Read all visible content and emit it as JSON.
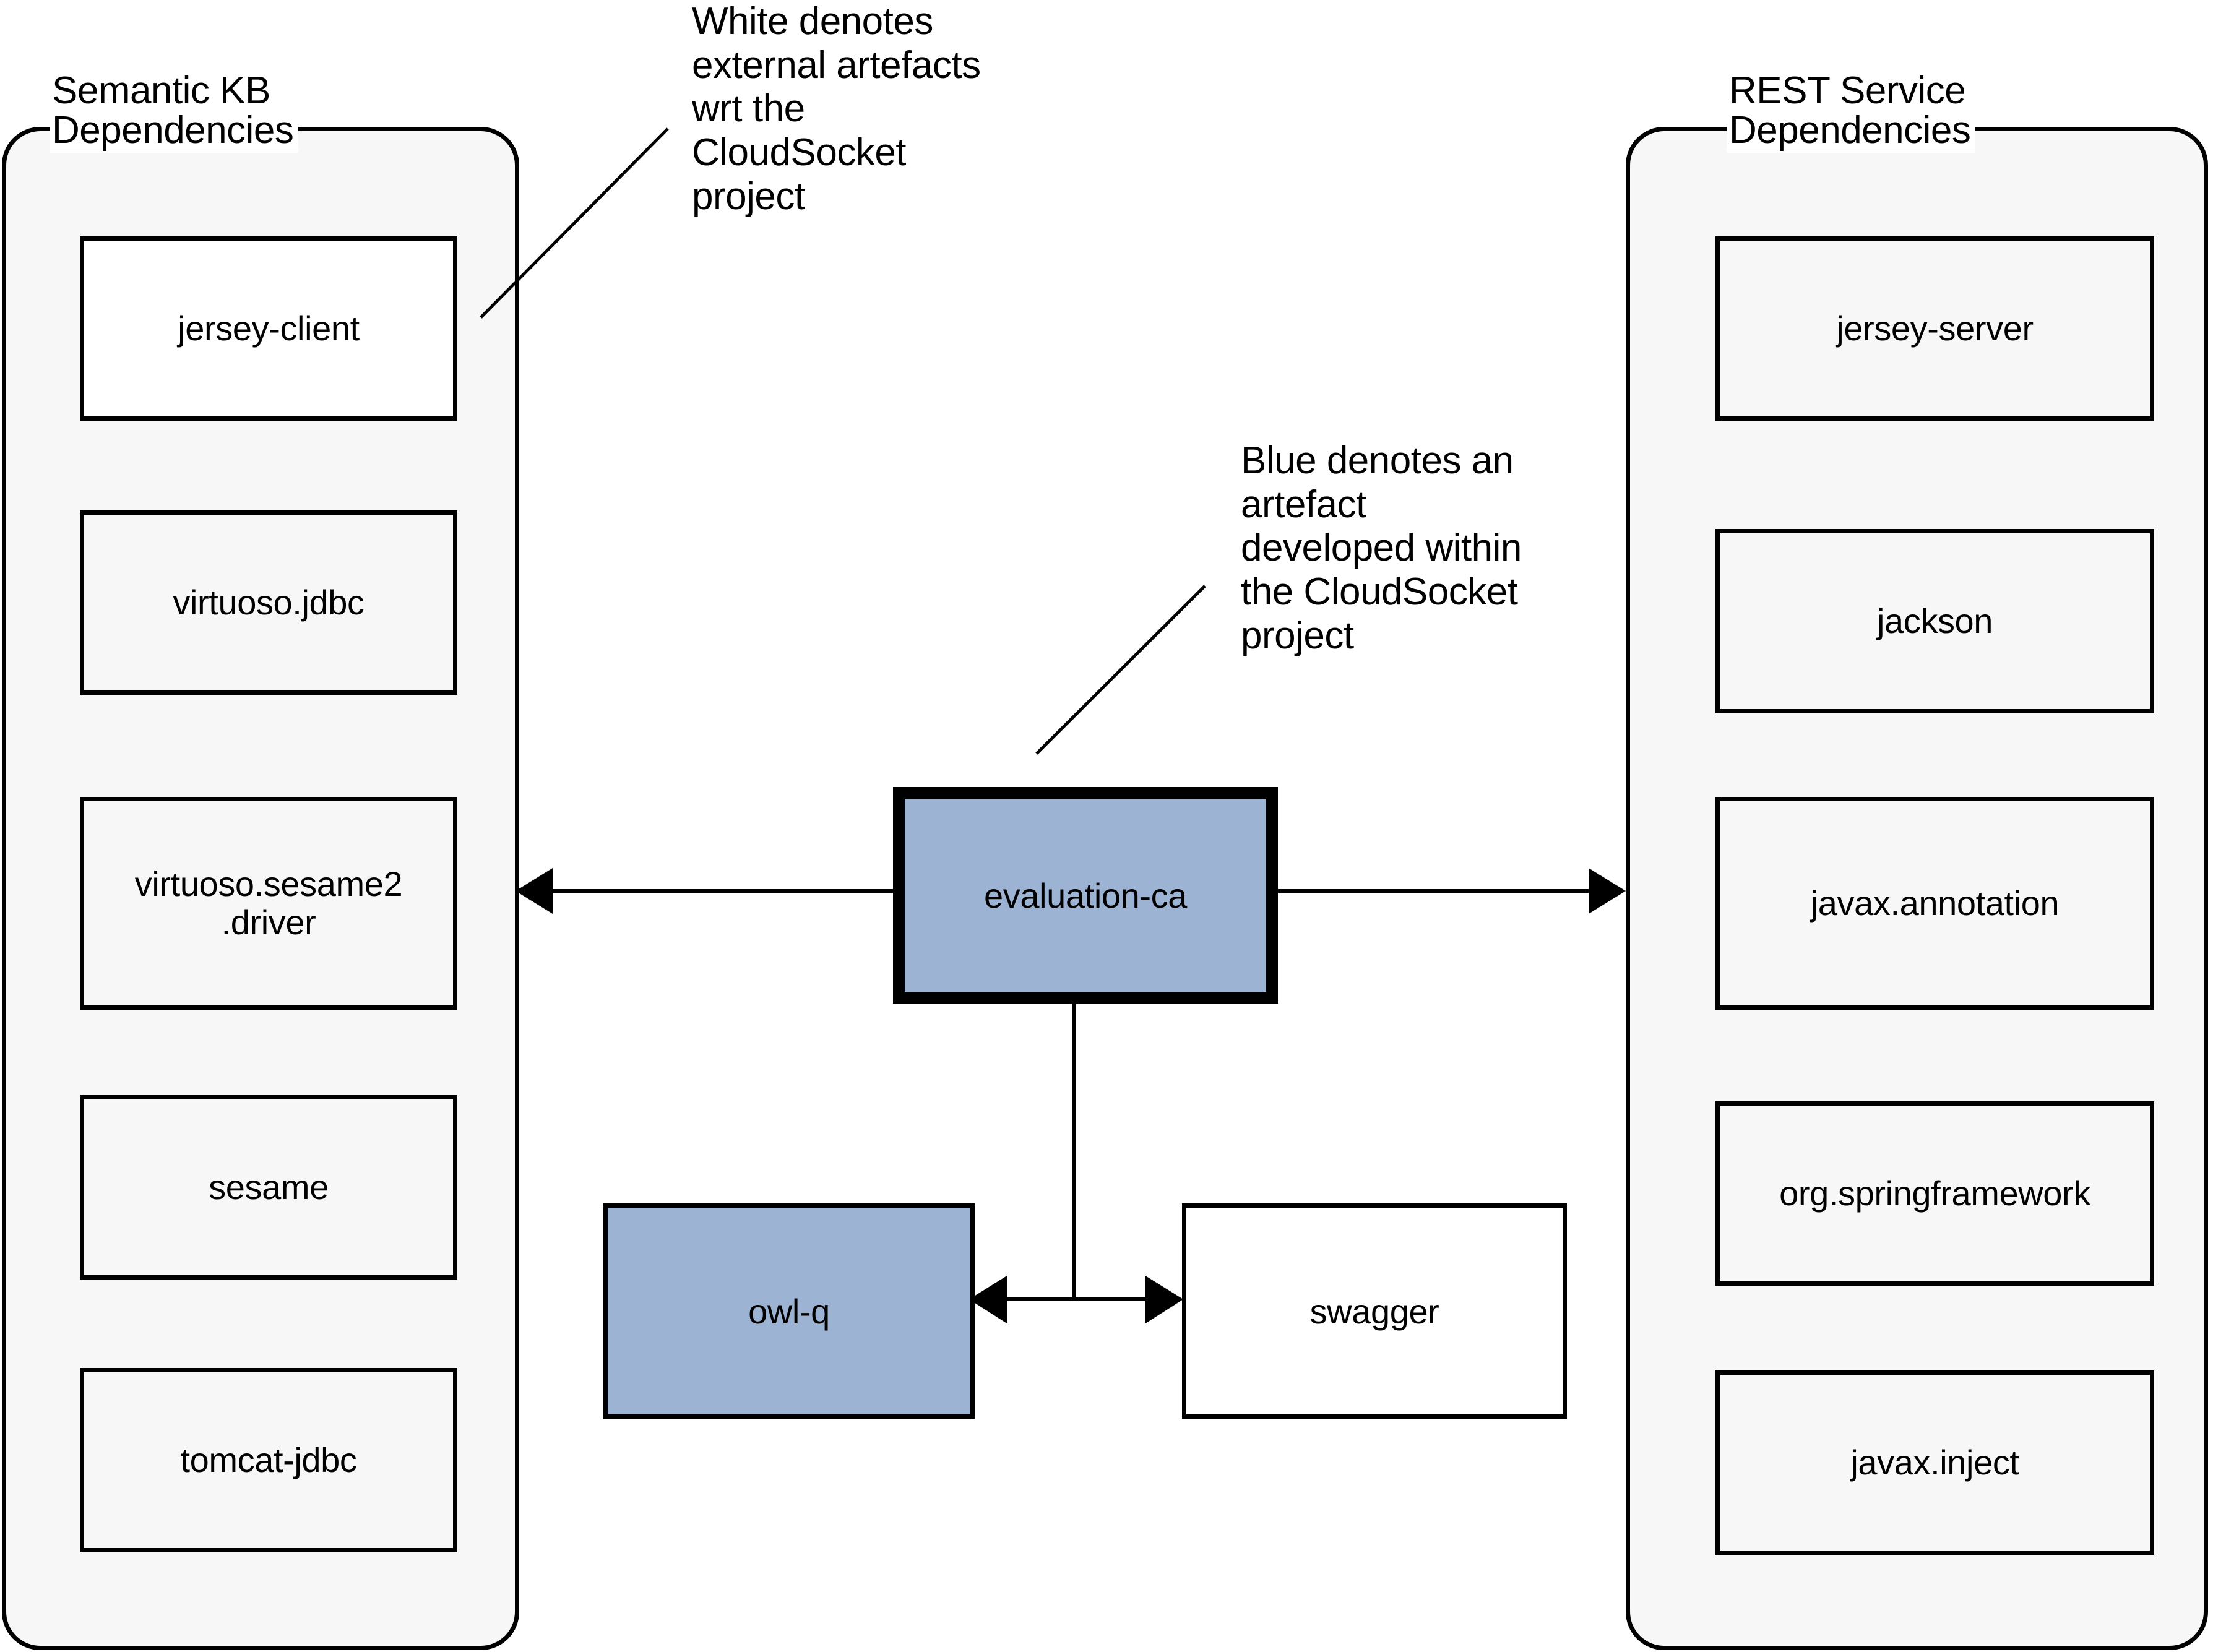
{
  "diagram": {
    "groups": [
      {
        "id": "semantic-kb",
        "title": "Semantic KB\nDependencies",
        "items": [
          {
            "label": "jersey-client",
            "fill": "white"
          },
          {
            "label": "virtuoso.jdbc",
            "fill": "white"
          },
          {
            "label": "virtuoso.sesame2\n.driver",
            "fill": "white"
          },
          {
            "label": "sesame",
            "fill": "white"
          },
          {
            "label": "tomcat-jdbc",
            "fill": "white"
          }
        ]
      },
      {
        "id": "rest-service",
        "title": "REST Service\nDependencies",
        "items": [
          {
            "label": "jersey-server",
            "fill": "white"
          },
          {
            "label": "jackson",
            "fill": "white"
          },
          {
            "label": "javax.annotation",
            "fill": "white"
          },
          {
            "label": "org.springframework",
            "fill": "white"
          },
          {
            "label": "javax.inject",
            "fill": "white"
          }
        ]
      }
    ],
    "nodes": [
      {
        "id": "evaluation-ca",
        "label": "evaluation-ca",
        "fill": "blue"
      },
      {
        "id": "owl-q",
        "label": "owl-q",
        "fill": "blue"
      },
      {
        "id": "swagger",
        "label": "swagger",
        "fill": "white"
      }
    ],
    "annotations": [
      {
        "id": "white-legend",
        "text": "White denotes\nexternal artefacts\nwrt the\nCloudSocket\nproject"
      },
      {
        "id": "blue-legend",
        "text": "Blue denotes an\nartefact\ndeveloped within\nthe CloudSocket\nproject"
      }
    ],
    "edges": [
      {
        "from": "evaluation-ca",
        "to": "semantic-kb",
        "style": "arrow-left"
      },
      {
        "from": "evaluation-ca",
        "to": "rest-service",
        "style": "arrow-right"
      },
      {
        "from": "evaluation-ca",
        "to": "owl-q-swagger",
        "style": "line-down"
      },
      {
        "from": "owl-q",
        "to": "swagger",
        "style": "double-arrow"
      }
    ],
    "colors": {
      "blue_fill": "#9cb3d3",
      "white_fill": "#ffffff",
      "group_fill": "#f7f7f7",
      "stroke": "#000000",
      "background": "#ffffff"
    }
  }
}
